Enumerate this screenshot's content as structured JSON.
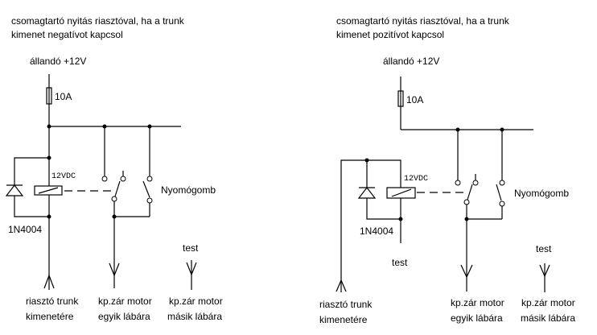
{
  "left": {
    "title_line1": "csomagtartó nyitás riasztóval, ha a trunk",
    "title_line2": "kimenet negatívot kapcsol",
    "supply": "állandó +12V",
    "fuse": "10A",
    "relay": "12VDC",
    "button": "Nyomógomb",
    "diode": "1N4004",
    "ground": "test",
    "alarm_line1": "riasztó trunk",
    "alarm_line2": "kimenetére",
    "motor1_line1": "kp.zár motor",
    "motor1_line2": "egyik lábára",
    "motor2_line1": "kp.zár motor",
    "motor2_line2": "másik lábára"
  },
  "right": {
    "title_line1": "csomagtartó nyitás riasztóval, ha a trunk",
    "title_line2": "kimenet  pozitívot kapcsol",
    "supply": "állandó +12V",
    "fuse": "10A",
    "relay": "12VDC",
    "button": "Nyomógomb",
    "diode": "1N4004",
    "relay_ground": "test",
    "ground": "test",
    "alarm_line1": "riasztó trunk",
    "alarm_line2": "kimenetére",
    "motor1_line1": "kp.zár motor",
    "motor1_line2": "egyik lábára",
    "motor2_line1": "kp.zár motor",
    "motor2_line2": "másik lábára"
  }
}
